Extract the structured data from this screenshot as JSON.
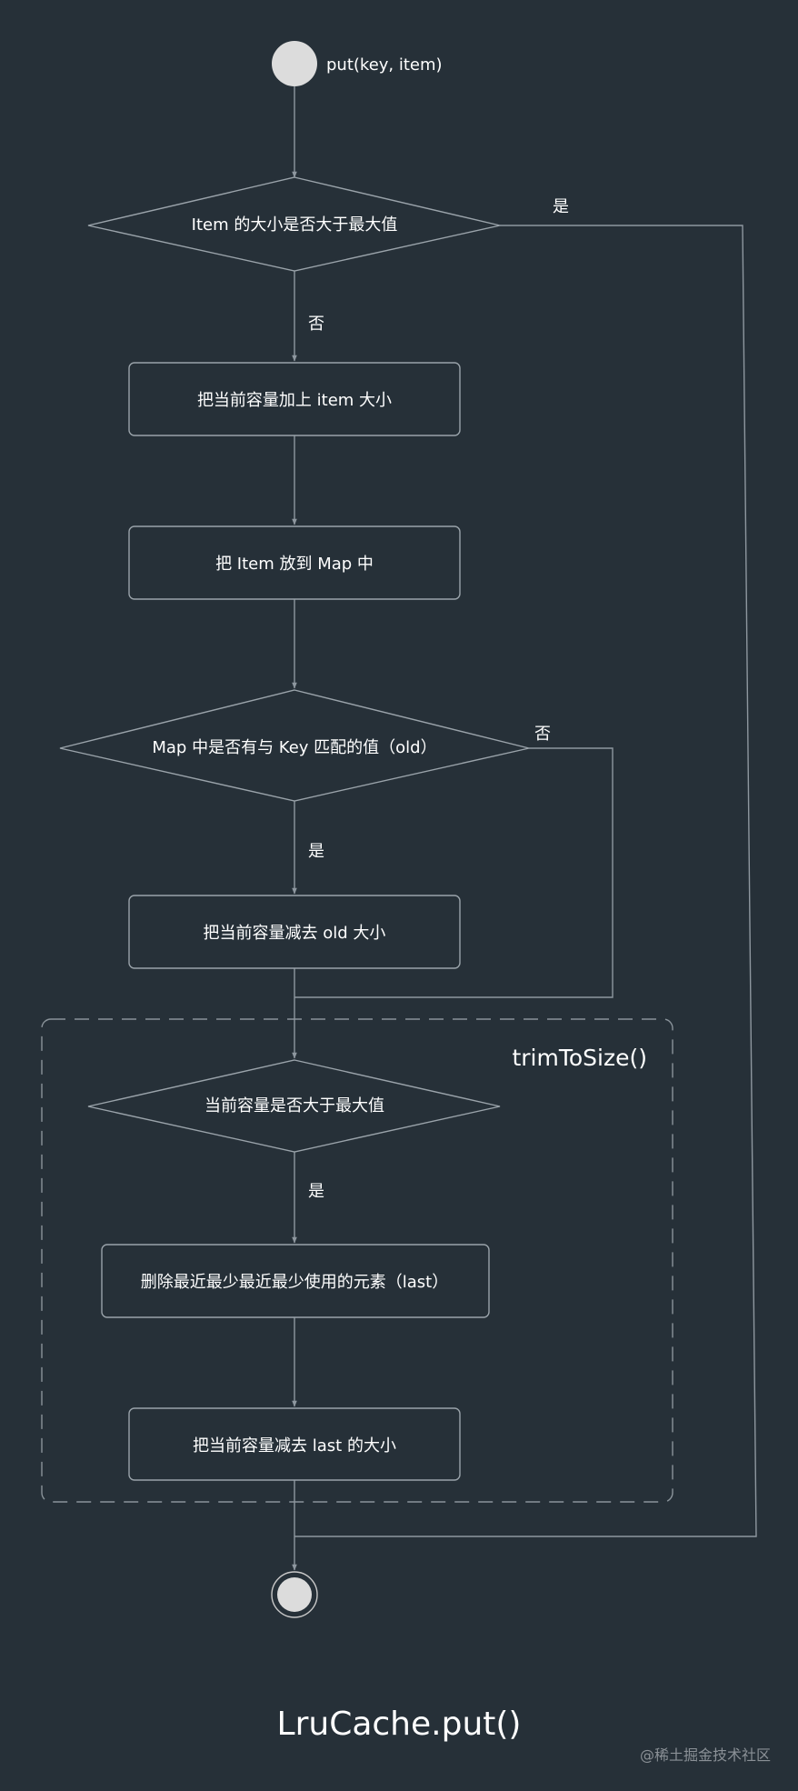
{
  "title": "LruCache.put()",
  "watermark": "@稀土掘金技术社区",
  "colors": {
    "background": "#263038",
    "line": "#8e979f",
    "text": "#ffffff",
    "terminal": "#dcdcdc"
  },
  "start": {
    "label": "put(key, item)"
  },
  "decisions": {
    "item_too_big": "Item 的大小是否大于最大值",
    "map_has_key": "Map 中是否有与 Key 匹配的值（old）",
    "size_over_max": "当前容量是否大于最大值"
  },
  "steps": {
    "add_item_size": "把当前容量加上 item 大小",
    "put_into_map": "把 Item 放到 Map 中",
    "subtract_old_size": "把当前容量减去 old 大小",
    "remove_eldest": "删除最近最少最近最少使用的元素（last）",
    "subtract_last_size": "把当前容量减去 last 的大小"
  },
  "branch_labels": {
    "yes": "是",
    "no": "否"
  },
  "group": {
    "label": "trimToSize()"
  }
}
